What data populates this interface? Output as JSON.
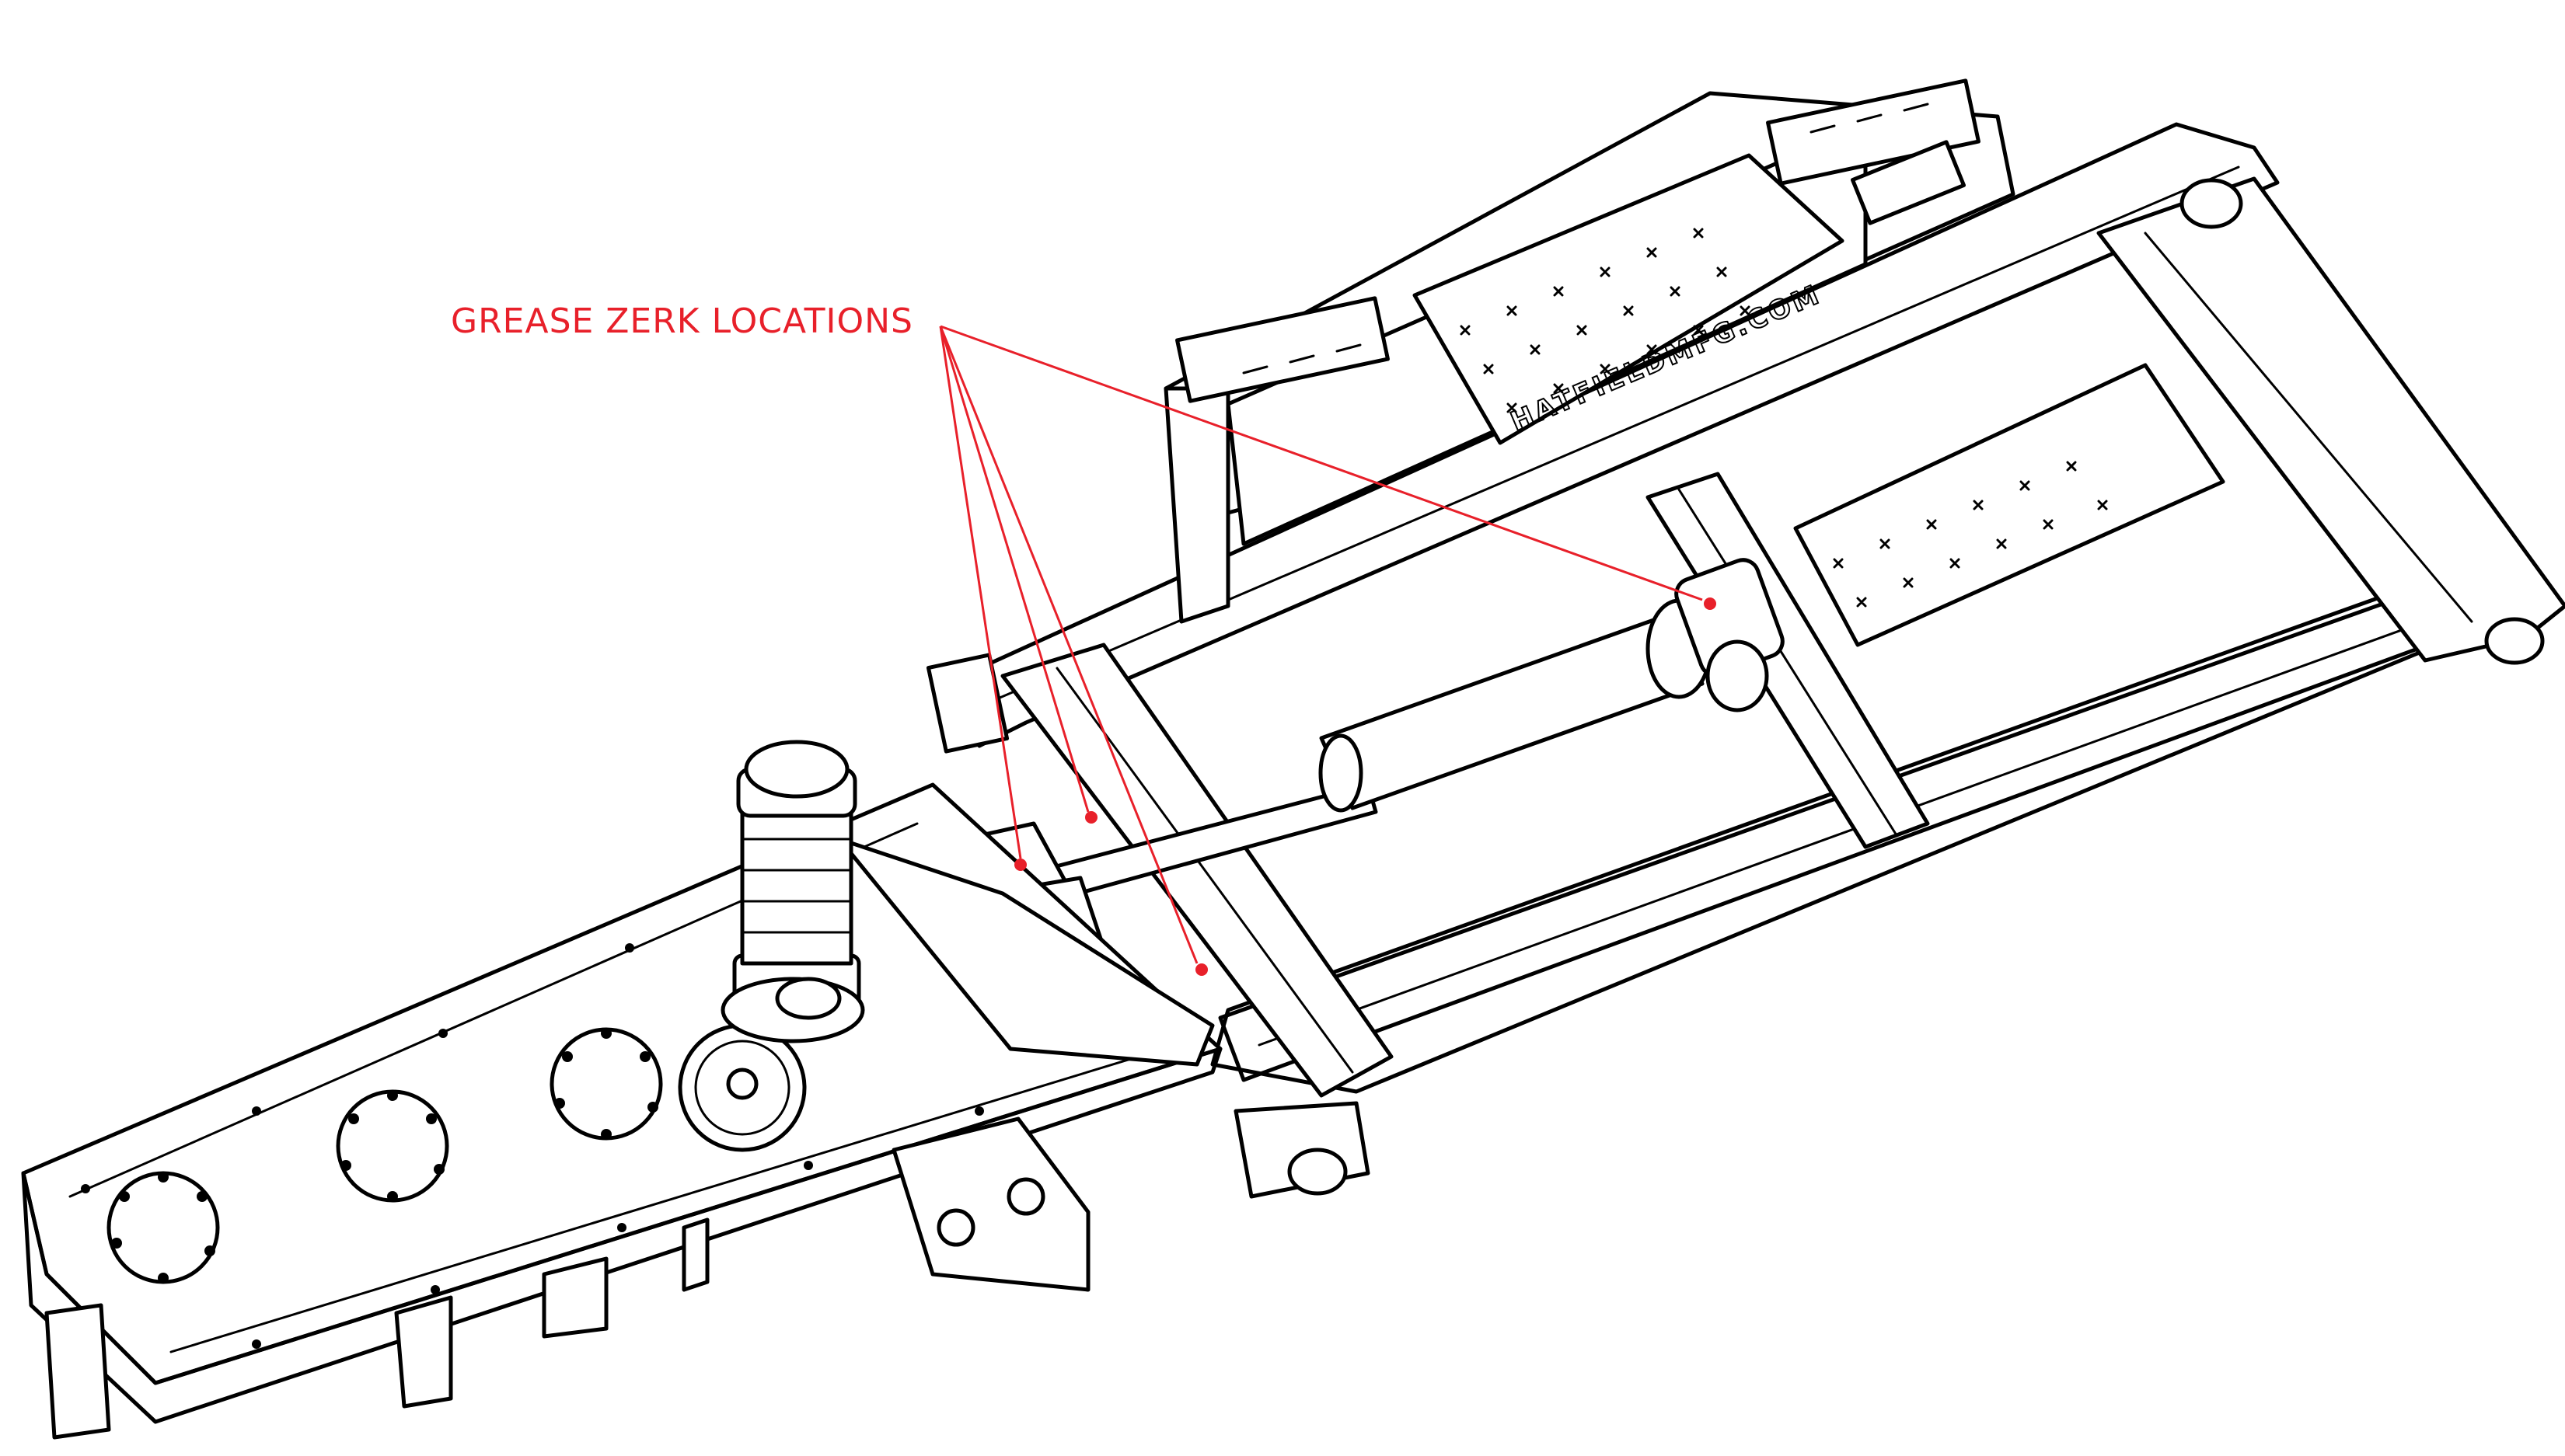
{
  "callout": {
    "label": "GREASE ZERK LOCATIONS",
    "color": "#e8202a"
  },
  "stamp": {
    "text": "HATFIELDMFG.COM"
  },
  "icons": {
    "zerk": "grease-zerk-dot"
  }
}
